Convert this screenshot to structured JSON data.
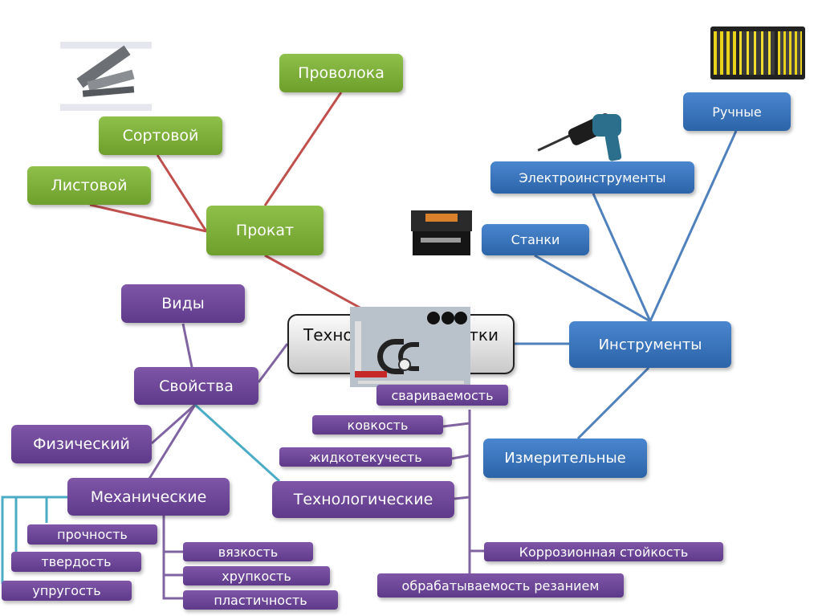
{
  "diagram": {
    "type": "mind-map",
    "colors": {
      "prokat_branch": "#6e9f2c",
      "prokat_links": "#c0504d",
      "tools_branch": "#2c64a8",
      "tools_links": "#4f81bd",
      "properties_branch": "#6a449a",
      "properties_links": "#8064a2",
      "teal_links": "#4bacc6"
    },
    "center": {
      "label_visible_left": "Техно",
      "label_visible_right": "тки",
      "image": "measuring-tools-photo"
    },
    "prokat": {
      "label": "Прокат",
      "children": [
        {
          "label": "Проволока"
        },
        {
          "label": "Сортовой"
        },
        {
          "label": "Листовой"
        }
      ],
      "image": "rolled-metal-photo"
    },
    "tools": {
      "label": "Инструменты",
      "children": [
        {
          "label": "Ручные",
          "image": "toolbox-photo"
        },
        {
          "label": "Электроинструменты",
          "image": "drill-photo"
        },
        {
          "label": "Станки",
          "image": "lathe-photo"
        },
        {
          "label": "Измерительные"
        }
      ]
    },
    "kinds": {
      "label": "Виды"
    },
    "properties": {
      "label": "Свойства",
      "physical": {
        "label": "Физический"
      },
      "mechanical": {
        "label": "Механические",
        "items": [
          {
            "label": "прочность"
          },
          {
            "label": "твердость"
          },
          {
            "label": "упругость"
          },
          {
            "label": "вязкость"
          },
          {
            "label": "хрупкость"
          },
          {
            "label": "пластичность"
          }
        ]
      },
      "technological": {
        "label": "Технологические",
        "items": [
          {
            "label": "свариваемость"
          },
          {
            "label": "ковкость"
          },
          {
            "label": "жидкотекучесть"
          },
          {
            "label": "Коррозионная стойкость"
          },
          {
            "label": "обрабатываемость резанием"
          }
        ]
      }
    }
  }
}
